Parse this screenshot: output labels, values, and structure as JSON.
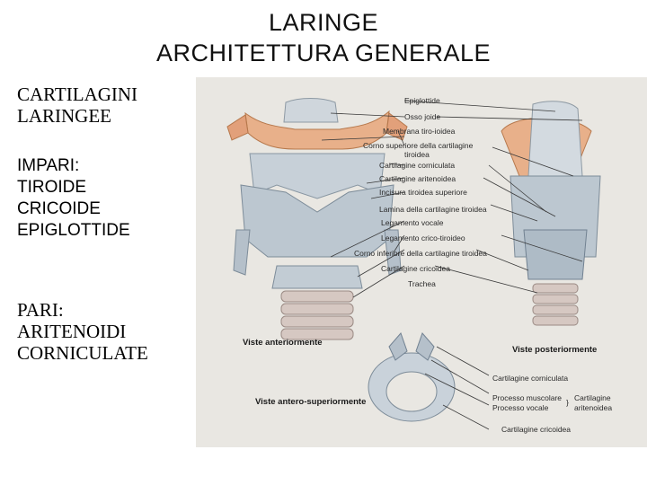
{
  "title": {
    "line1": "LARINGE",
    "line2": "ARCHITETTURA GENERALE"
  },
  "block1": {
    "line1": "CARTILAGINI",
    "line2": "LARINGEE"
  },
  "block2": {
    "line1": "IMPARI:",
    "line2": "TIROIDE",
    "line3": "CRICOIDE",
    "line4": "EPIGLOTTIDE"
  },
  "block3": {
    "line1": "PARI:",
    "line2": "ARITENOIDI",
    "line3": "CORNICULATE"
  },
  "figure": {
    "labels": {
      "epiglottide": "Epiglottide",
      "osso_ioide": "Osso joide",
      "membrana": "Membrana tiro-ioidea",
      "corno_sup_1": "Corno superiore della cartilagine",
      "corno_sup_2": "tiroidea",
      "corniculata": "Cartilagine corniculata",
      "aritenoidea": "Cartilagine aritenoidea",
      "incisura": "Incisura tiroidea superiore",
      "lamina": "Lamina della cartilagine tiroidea",
      "legamento_vocale": "Legamento vocale",
      "legamento_crico": "Legamento crico-tiroideo",
      "corno_inf": "Corno inferiore della cartilagine tiroidea",
      "cricoidea": "Cartilagine cricoidea",
      "trachea": "Trachea",
      "viste_ant": "Viste anteriormente",
      "viste_post": "Viste posteriormente",
      "viste_antsup": "Viste antero-superiormente",
      "corniculata_b": "Cartilagine corniculata",
      "proc_muscolare": "Processo muscolare",
      "proc_vocale": "Processo vocale",
      "aritenoidea_b_1": "Cartilagine",
      "aritenoidea_b_2": "aritenoidea",
      "cricoidea_b": "Cartilagine cricoidea"
    }
  }
}
